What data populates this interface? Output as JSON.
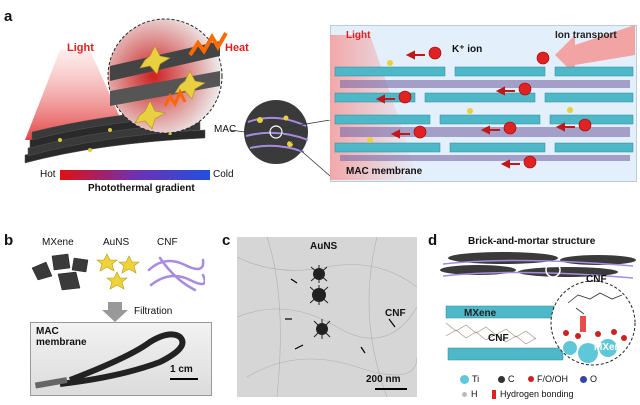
{
  "panels": {
    "a": {
      "label": "a",
      "light": "Light",
      "heat": "Heat",
      "mac": "MAC",
      "gradient": {
        "hot": "Hot",
        "cold": "Cold",
        "title": "Photothermal gradient"
      },
      "right": {
        "light": "Light",
        "ion_transport": "Ion transport",
        "k_ion": "K⁺ ion",
        "membrane": "MAC membrane"
      }
    },
    "b": {
      "label": "b",
      "mxene": "MXene",
      "auns": "AuNS",
      "cnf": "CNF",
      "filtration": "Filtration",
      "membrane": "MAC membrane",
      "scale": "1 cm"
    },
    "c": {
      "label": "c",
      "auns": "AuNS",
      "cnf": "CNF",
      "scale": "200 nm"
    },
    "d": {
      "label": "d",
      "title": "Brick-and-mortar structure",
      "cnf_top": "CNF",
      "mxene_left": "MXene",
      "mxene_right": "MXene",
      "cnf_bottom": "CNF",
      "legend": [
        {
          "symbol": "Ti",
          "color": "#5ec8d8"
        },
        {
          "symbol": "C",
          "color": "#333333"
        },
        {
          "symbol": "F/O/OH",
          "color": "#cc2222"
        },
        {
          "symbol": "O",
          "color": "#3344aa"
        },
        {
          "symbol": "H",
          "color": "#bbbbbb"
        },
        {
          "symbol": "Hydrogen bonding",
          "color": "#e02020"
        }
      ]
    }
  }
}
